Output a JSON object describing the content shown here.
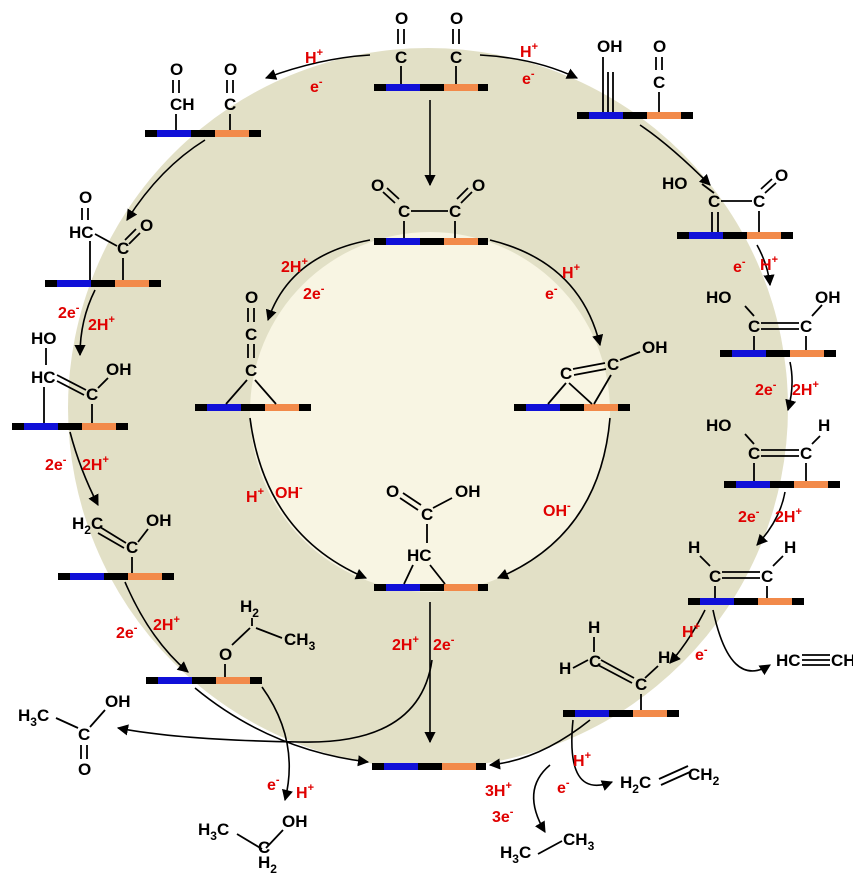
{
  "colors": {
    "outer_ring": "#e2e0c6",
    "inner_disc": "#f8f5e3",
    "site_blue": "#1010d8",
    "site_black": "#000000",
    "site_orange": "#f28a4a",
    "label_red": "#e00000"
  },
  "atoms": {
    "O": "O",
    "C": "C",
    "H": "H",
    "OH": "OH",
    "HO": "HO",
    "CH": "CH",
    "HC": "HC",
    "H2": "H",
    "H3": "H",
    "two": "2",
    "three": "3",
    "HC_triple": "HC",
    "CH_end": "CH",
    "CH2": "CH",
    "CH3": "CH"
  },
  "labels": {
    "Hplus": "H",
    "plus": "+",
    "e": "e",
    "minus": "-",
    "twoH": "2H",
    "twoe": "2e",
    "threeH": "3H",
    "threee": "3e",
    "OH": "OH"
  }
}
